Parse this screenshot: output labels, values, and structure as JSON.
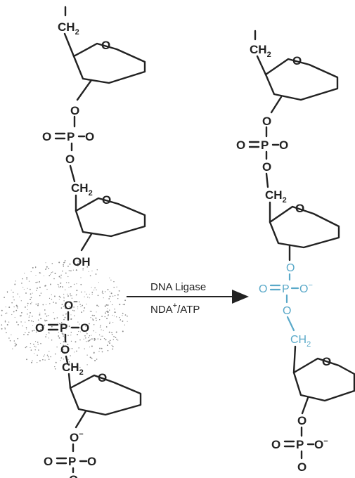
{
  "reaction": {
    "enzyme_label": "DNA Ligase",
    "cofactor_label": "NDA",
    "cofactor_sup": "+",
    "cofactor_suffix": "/ATP"
  },
  "atoms": {
    "ch2": "CH",
    "ch2_sub": "2",
    "oxygen": "O",
    "phosphorus": "P",
    "hydroxyl": "OH",
    "charge": "−"
  },
  "colors": {
    "bond": "#222222",
    "new_bond": "#5aa9c9",
    "stipple": "#8a8a8a"
  }
}
